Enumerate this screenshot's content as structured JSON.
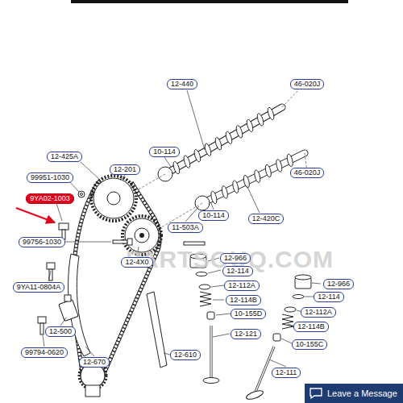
{
  "diagram": {
    "nodes": [
      {
        "text": [
          "12-440"
        ]
      },
      {
        "text": [
          "46-020J"
        ]
      },
      {
        "text": [
          "10-114"
        ]
      },
      {
        "text": [
          "12-425A"
        ]
      },
      {
        "text": [
          "12-201"
        ]
      },
      {
        "text": [
          "46-020J"
        ]
      },
      {
        "text": [
          "99951-1030"
        ]
      },
      {
        "text": [
          "9YA02-1003"
        ]
      },
      {
        "text": [
          "11-503A"
        ]
      },
      {
        "text": [
          "10-114"
        ]
      },
      {
        "text": [
          "12-420C"
        ]
      },
      {
        "text": [
          "99756-1030"
        ]
      },
      {
        "text": [
          "12-4X0"
        ]
      },
      {
        "text": [
          "12-966"
        ]
      },
      {
        "text": [
          "12-114"
        ]
      },
      {
        "text": [
          "9YA11-0804A"
        ]
      },
      {
        "text": [
          "12-112A"
        ]
      },
      {
        "text": [
          "12-114B"
        ]
      },
      {
        "text": [
          "12-966"
        ]
      },
      {
        "text": [
          "12-114"
        ]
      },
      {
        "text": [
          "10-155D"
        ]
      },
      {
        "text": [
          "12-112A"
        ]
      },
      {
        "text": [
          "12-114B"
        ]
      },
      {
        "text": [
          "12-500"
        ]
      },
      {
        "text": [
          "12-121"
        ]
      },
      {
        "text": [
          "10-155C"
        ]
      },
      {
        "text": [
          "99794-0620"
        ]
      },
      {
        "text": [
          "12-670"
        ]
      },
      {
        "text": [
          "12-610"
        ]
      },
      {
        "text": [
          "12-111"
        ]
      },
      {
        "text": [
          "Leave a Message"
        ]
      }
    ],
    "labels": [
      "PARTSOUQ.COM"
    ]
  }
}
